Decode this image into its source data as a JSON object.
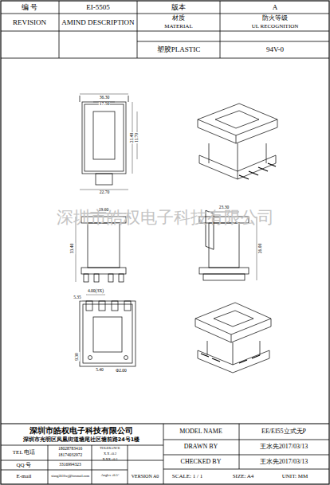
{
  "diagram": {
    "labels": [
      "编 号",
      "EI-5505",
      "版本",
      "A",
      "REVISION",
      "AMIND DESCRIPTION",
      "材质",
      "MATERIAL",
      "防火等级",
      "UL RECOGNITION",
      "塑胶PLASTIC",
      "94V-0",
      "36.30",
      "17.50",
      "21.40",
      "11.70",
      "22.70",
      "19.60",
      "33.40",
      "23.30",
      "26.00",
      "4.00(3X)",
      "5.35",
      "9.30",
      "5.40",
      "Φ2.00",
      "深圳市皓权电子科技有限公司",
      "深圳市皓权电子科技有限公司",
      "深圳市光明区凤凰街道塘尾社区塘前路24号1楼",
      "TEL 电话",
      "18028783416",
      "18174032972",
      "QQ 号",
      "3316994323",
      "E-mail",
      "xiang2016wj@foxmail.com",
      "TOLERANCE",
      "X.X ±0.2",
      "X.XX ±0.1",
      "Angles ±0.5°",
      "MODEL NAME",
      "EE/EI55立式无P",
      "DRAWN BY",
      "王水先2017/03/13",
      "CHECKED BY",
      "王水先2017/03/13",
      "VERSION A0",
      "SCALE: 1 / 1",
      "SIZE: A4",
      "UNIT: MM"
    ]
  }
}
